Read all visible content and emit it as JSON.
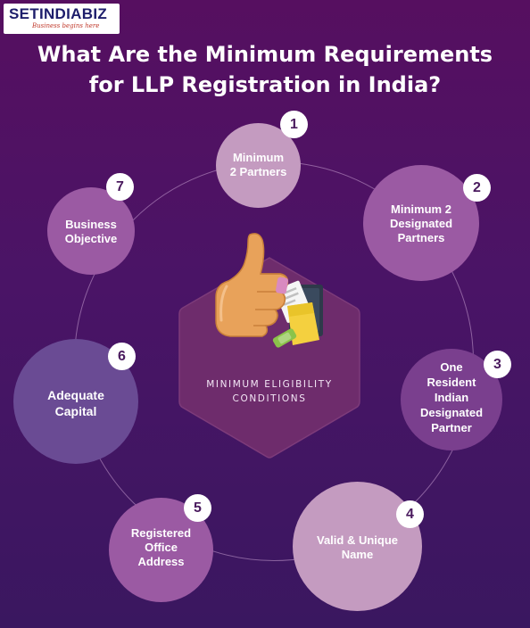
{
  "brand": {
    "logo_text": "SETINDIABIZ",
    "tagline": "Business begins here"
  },
  "title": {
    "line1": "What Are the Minimum Requirements",
    "line2": "for LLP Registration in India?"
  },
  "center": {
    "label_line1": "MINIMUM ELIGIBILITY",
    "label_line2": "CONDITIONS"
  },
  "requirements": [
    {
      "number": "1",
      "lines": [
        "Minimum",
        "2 Partners"
      ]
    },
    {
      "number": "2",
      "lines": [
        "Minimum 2",
        "Designated",
        "Partners"
      ]
    },
    {
      "number": "3",
      "lines": [
        "One",
        "Resident",
        "Indian",
        "Designated",
        "Partner"
      ]
    },
    {
      "number": "4",
      "lines": [
        "Valid & Unique",
        "Name"
      ]
    },
    {
      "number": "5",
      "lines": [
        "Registered",
        "Office",
        "Address"
      ]
    },
    {
      "number": "6",
      "lines": [
        "Adequate",
        "Capital"
      ]
    },
    {
      "number": "7",
      "lines": [
        "Business",
        "Objective"
      ]
    }
  ],
  "colors": {
    "background_top": "#560f60",
    "background_bottom": "#3a1760",
    "circle_light": "#c49bc0",
    "circle_mid": "#9b5aa3",
    "circle_dark": "#7a3f8e",
    "circle_deep": "#6a4b94",
    "hexagon": "#6e2c6c",
    "badge": "#ffffff"
  }
}
